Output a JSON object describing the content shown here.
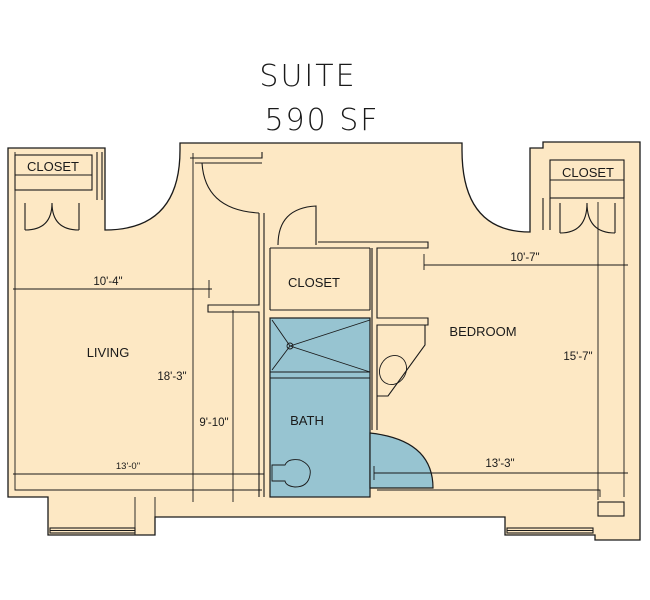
{
  "title": {
    "line1": "SUITE",
    "line2": "590 SF"
  },
  "rooms": {
    "closet_left": "CLOSET",
    "closet_center": "CLOSET",
    "closet_right": "CLOSET",
    "living": "LIVING",
    "bath": "BATH",
    "bedroom": "BEDROOM"
  },
  "dimensions": {
    "living_width": "10'-4\"",
    "living_length": "18'-3\"",
    "living_partial": "9'-10\"",
    "living_bottom": "13'-0\"",
    "bedroom_width": "10'-7\"",
    "bedroom_length": "15'-7\"",
    "bedroom_bottom": "13'-3\""
  },
  "colors": {
    "floor": "#fde8c4",
    "bath": "#97c4d1",
    "line": "#1a1a1a"
  }
}
